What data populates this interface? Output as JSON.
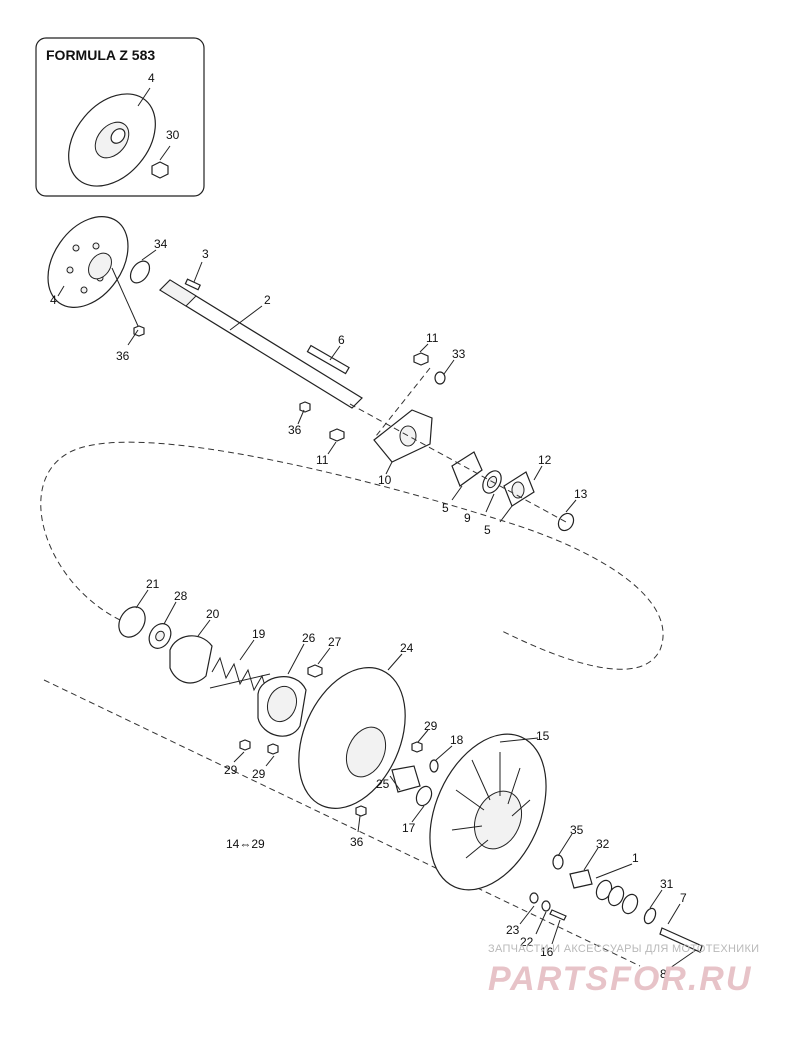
{
  "inset": {
    "title": "FORMULA Z 583",
    "labels": [
      "4",
      "30"
    ]
  },
  "callouts": [
    "34",
    "3",
    "2",
    "4",
    "36",
    "6",
    "11",
    "33",
    "36",
    "11",
    "10",
    "12",
    "5",
    "9",
    "5",
    "13",
    "21",
    "28",
    "20",
    "19",
    "26",
    "27",
    "24",
    "29",
    "29",
    "29",
    "18",
    "15",
    "25",
    "17",
    "36",
    "35",
    "32",
    "1",
    "31",
    "7",
    "23",
    "22",
    "16",
    "8",
    "14⇔29"
  ],
  "watermark": {
    "tagline": "ЗАПЧАСТИ И АКСЕССУАРЫ ДЛЯ МОТОТЕХНИКИ",
    "brand": "PARTSFOR.RU"
  }
}
